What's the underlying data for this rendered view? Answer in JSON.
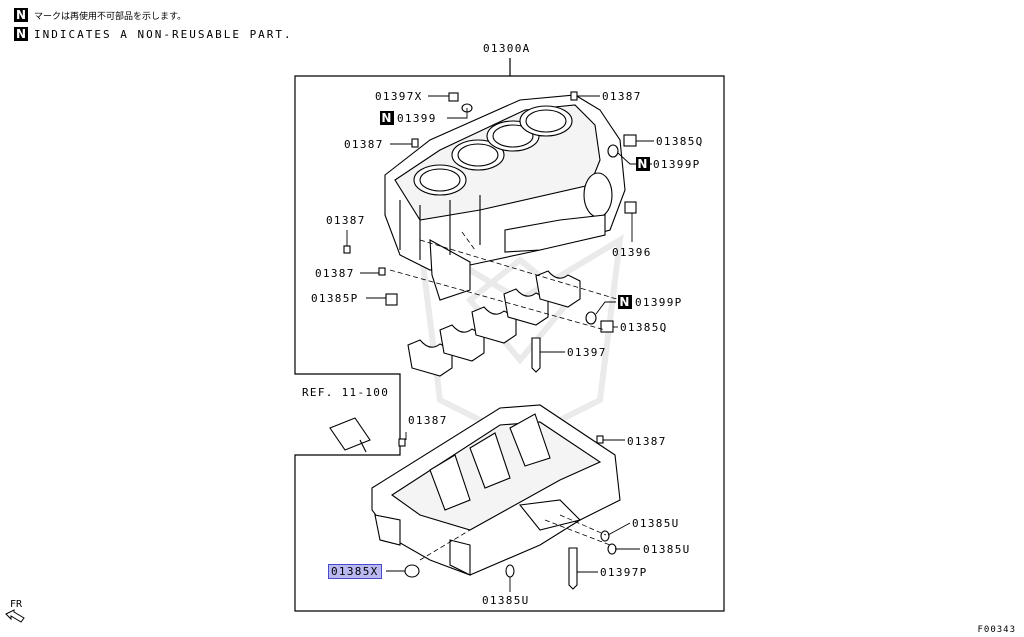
{
  "legend": {
    "japanese": "マークは再使用不可部品を示します。",
    "english": "INDICATES A NON-REUSABLE PART.",
    "badge": "N"
  },
  "assembly_number": "01300A",
  "reference": "REF. 11-100",
  "front_marker": "FR",
  "figure_code": "F00343",
  "labels": {
    "l01397x": "01397X",
    "l01399": "01399",
    "l01387_top": "01387",
    "l01385q_top": "01385Q",
    "l01399p_top": "01399P",
    "l01387_left1": "01387",
    "l01387_left2": "01387",
    "l01387_left3": "01387",
    "l01396": "01396",
    "l01385p": "01385P",
    "l01399p_mid": "01399P",
    "l01385q_mid": "01385Q",
    "l01397": "01397",
    "l01387_lower_left": "01387",
    "l01387_lower_right": "01387",
    "l01385u_1": "01385U",
    "l01385u_2": "01385U",
    "l01397p": "01397P",
    "l01385x": "01385X",
    "l01385u_bottom": "01385U"
  }
}
